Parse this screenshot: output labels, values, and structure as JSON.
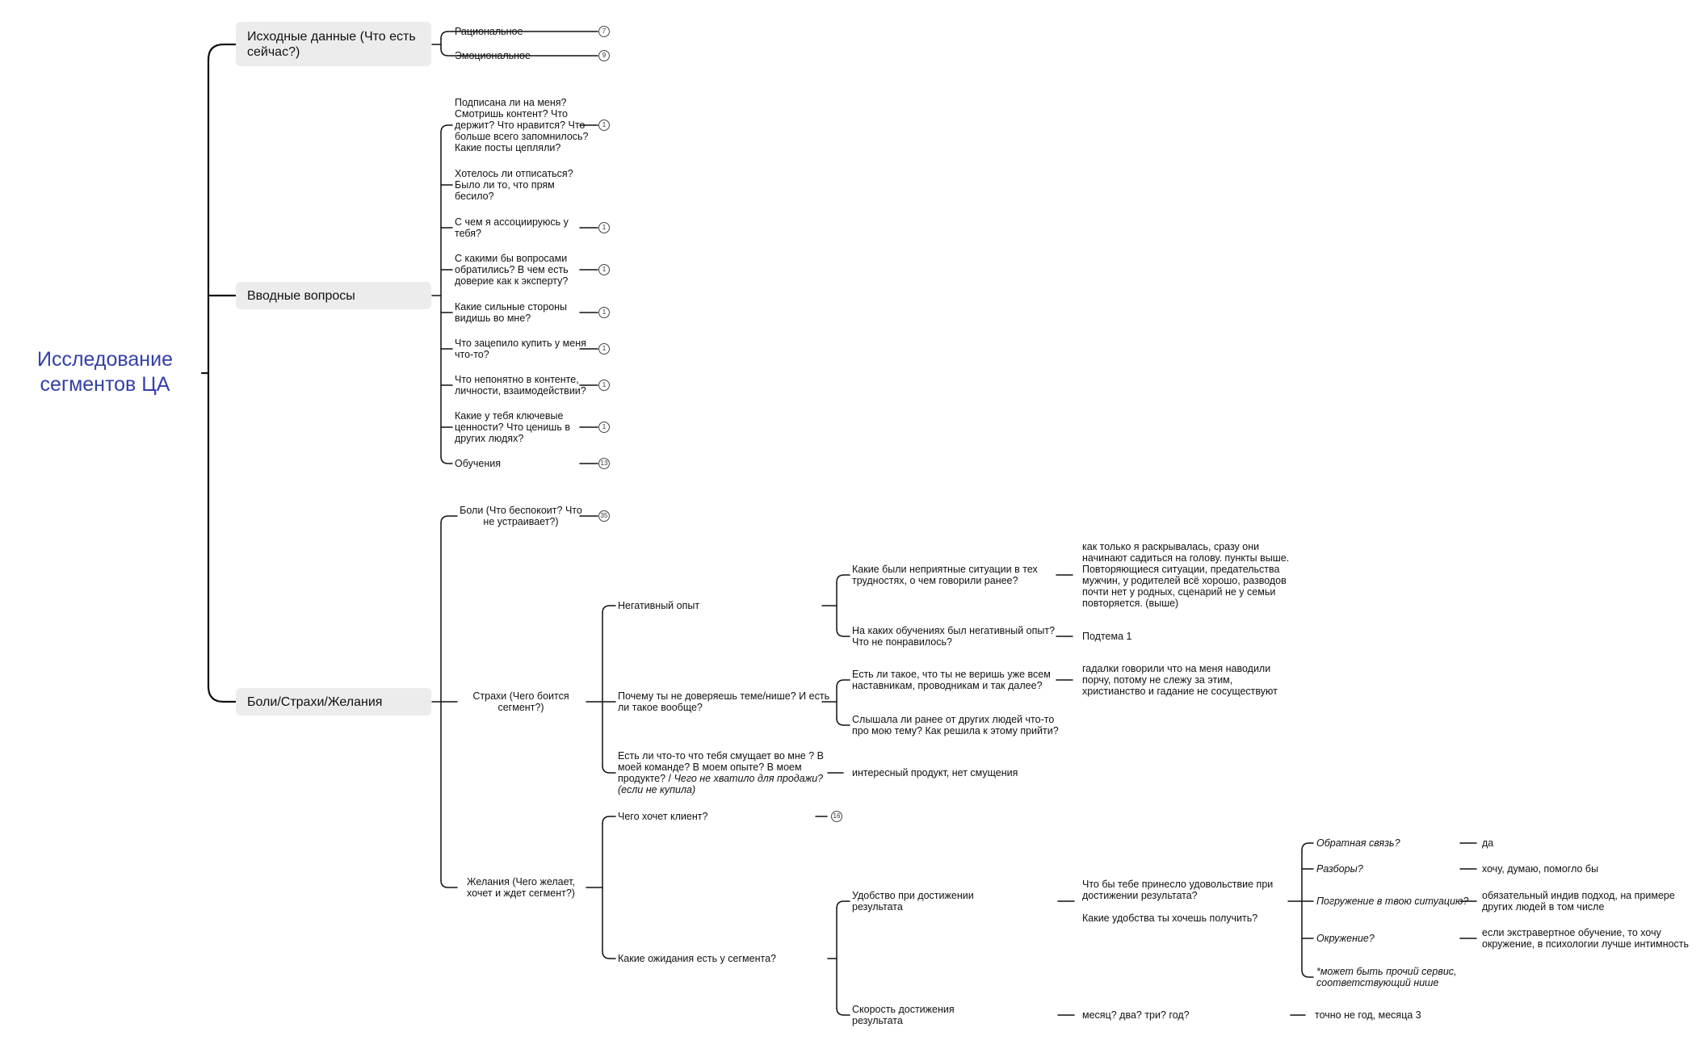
{
  "root": {
    "line1": "Исследование",
    "line2": "сегментов ЦА"
  },
  "branches": {
    "initial": {
      "title1": "Исходные данные (Что есть",
      "title2": "сейчас?)",
      "rational": "Рациональное",
      "rational_count": "7",
      "emotional": "Эмоциональное",
      "emotional_count": "9"
    },
    "intro": {
      "title": "Вводные вопросы",
      "q1": [
        "Подписана ли на меня?",
        "Смотришь контент? Что",
        "держит? Что нравится? Что",
        "больше всего запомнилось?",
        "Какие посты цепляли?"
      ],
      "q1_count": "1",
      "q2": [
        "Хотелось ли отписаться?",
        "Было ли то, что прям",
        "бесило?"
      ],
      "q3": [
        "С чем я ассоциируюсь у",
        "тебя?"
      ],
      "q3_count": "1",
      "q4": [
        "С какими бы вопросами",
        "обратились? В чем есть",
        "доверие как к эксперту?"
      ],
      "q4_count": "1",
      "q5": [
        "Какие сильные стороны",
        "видишь во мне?"
      ],
      "q5_count": "1",
      "q6": [
        "Что зацепило купить у меня",
        "что-то?"
      ],
      "q6_count": "1",
      "q7": [
        "Что непонятно в контенте,",
        "личности, взаимодействии?"
      ],
      "q7_count": "1",
      "q8": [
        "Какие у тебя ключевые",
        "ценности? Что ценишь в",
        "других людях?"
      ],
      "q8_count": "1",
      "q9": "Обучения",
      "q9_count": "13"
    },
    "pains": {
      "title": "Боли/Страхи/Желания",
      "pain": [
        "Боли (Что  беспокоит? Что",
        "не устраивает?)"
      ],
      "pain_count": "35",
      "fears": [
        "Страхи (Чего боится",
        "сегмент?)"
      ],
      "neg": "Негативный опыт",
      "neg_q1": [
        "Какие были неприятные ситуации в тех",
        "трудностях, о чем говорили ранее?"
      ],
      "neg_a1": [
        "как только я раскрывалась, сразу они",
        "начинают садиться на голову. пункты выше.",
        "Повторяющиеся ситуации, предательства",
        "мужчин, у родителей всё хорошо, разводов",
        "почти нет у родных, сценарий не у семьи",
        "повторяется. (выше)"
      ],
      "neg_q2": [
        "На каких обучениях был негативный опыт?",
        "Что не понравилось?"
      ],
      "neg_a2": "Подтема 1",
      "distrust": [
        "Почему ты не доверяешь теме/нише? И есть",
        "ли такое вообще?"
      ],
      "distrust_q1": [
        "Есть ли такое, что ты не веришь уже всем",
        "наставникам, проводникам и так далее?"
      ],
      "distrust_a1": [
        "гадалки говорили что на меня наводили",
        "порчу, потому не слежу за этим,",
        "христианство и гадание не сосуществуют"
      ],
      "distrust_q2": [
        "Слышала ли ранее от других людей что-то",
        "про мою тему? Как решила к этому прийти?"
      ],
      "confuse": [
        "Есть ли что-то что тебя смущает во мне ? В",
        "моей команде? В моем опыте? В моем",
        "продукте? / "
      ],
      "confuse_it1": "Чего не хватило для продажи?",
      "confuse_it2": "(если не купила)",
      "confuse_a": "интересный продукт, нет смущения",
      "desires": [
        "Желания (Чего желает,",
        "хочет и ждет сегмент?)"
      ],
      "want": "Чего хочет клиент?",
      "want_count": "16",
      "expect": "Какие ожидания есть у сегмента?",
      "comfort": [
        "Удобство при достижении",
        "результата"
      ],
      "comfort_q1": [
        "Что бы тебе принесло удовольствие при",
        "достижении результата?"
      ],
      "comfort_q2": "Какие удобства ты хочешь получить?",
      "fb": "Обратная связь?",
      "fb_a": "да",
      "razb": "Разборы?",
      "razb_a": "хочу, думаю, помогло бы",
      "immerse": "Погружение в твою ситуацию?",
      "immerse_a": [
        "обязательный индив подход, на примере",
        "других людей в том числе"
      ],
      "env": "Окружение?",
      "env_a": [
        "если экстравертное обучение, то хочу",
        "окружение, в психологии лучше интимность"
      ],
      "other": [
        "*может быть прочий сервис,",
        "соответствующий нише"
      ],
      "speed": [
        "Скорость достижения",
        "результата"
      ],
      "speed_q": "месяц? два? три? год?",
      "speed_a": "точно не год, месяца 3"
    }
  }
}
